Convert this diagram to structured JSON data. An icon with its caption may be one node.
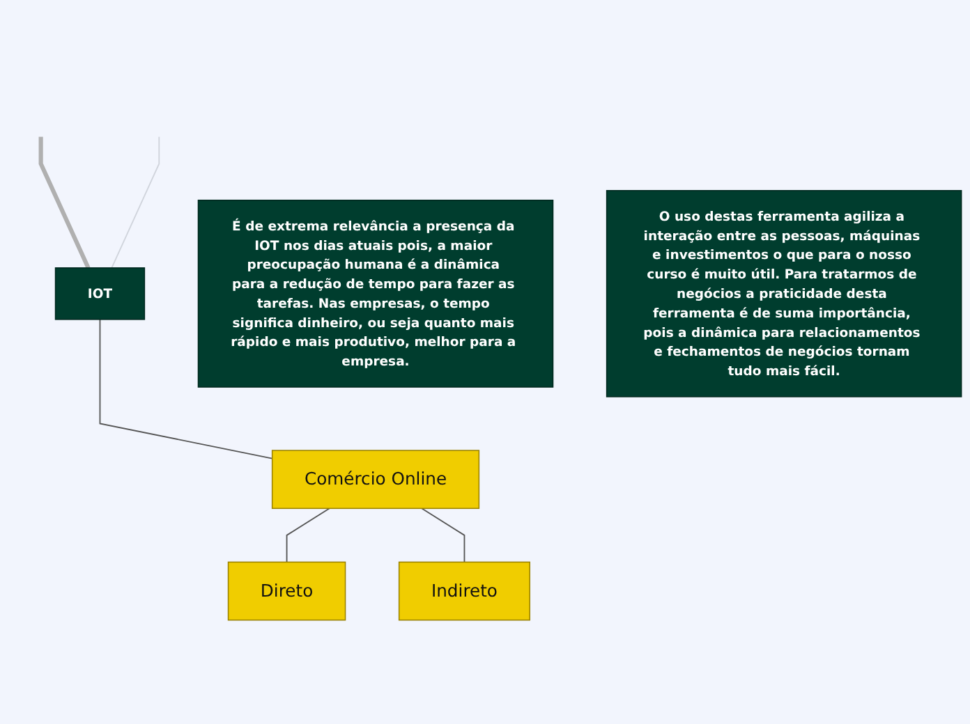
{
  "diagram": {
    "nodes": [
      {
        "text": [
          "IOT"
        ]
      },
      {
        "text": [
          "É de extrema relevância a presença da IOT nos dias atuais pois, a maior preocupação humana é a dinâmica para a redução de tempo para fazer as tarefas. Nas empresas, o tempo significa dinheiro, ou seja quanto mais rápido e mais produtivo, melhor para a empresa."
        ]
      },
      {
        "text": [
          "O uso destas ferramenta agiliza a interação entre as pessoas, máquinas e investimentos o que para o nosso curso é muito útil. Para tratarmos de negócios a praticidade desta ferramenta é de suma importância, pois a dinâmica para relacionamentos e fechamentos de negócios tornam tudo mais fácil."
        ]
      },
      {
        "text": [
          "Comércio Online"
        ]
      },
      {
        "text": [
          "Direto"
        ]
      },
      {
        "text": [
          "Indireto"
        ]
      }
    ],
    "edges": [
      {
        "from": null,
        "to": 0,
        "arrow": "none",
        "style": "thick",
        "color": "#b0b0b0"
      },
      {
        "from": null,
        "to": 0,
        "arrow": "none",
        "color": "#d0d4dc"
      },
      {
        "from": 0,
        "to": 3,
        "arrow": "none"
      },
      {
        "from": 3,
        "to": 4,
        "arrow": "none"
      },
      {
        "from": 3,
        "to": 5,
        "arrow": "none"
      }
    ]
  }
}
